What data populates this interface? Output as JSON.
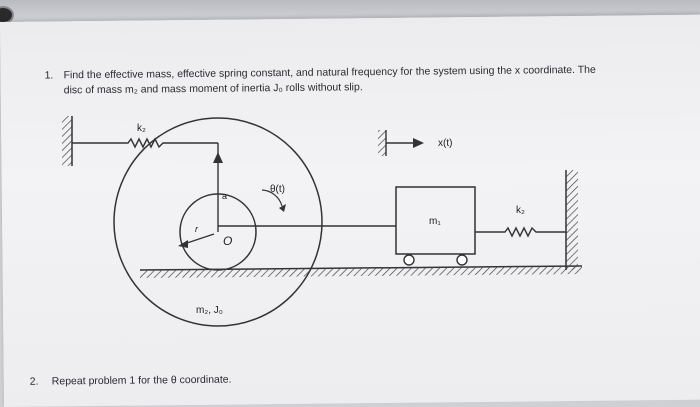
{
  "problem1": {
    "number": "1.",
    "line1": "Find the effective mass, effective spring constant, and natural frequency for the system using the x coordinate. The",
    "line2": "disc of mass m₂ and mass moment of inertia J₀ rolls without slip."
  },
  "figure": {
    "spring_top_label": "k₂",
    "arm_label": "a",
    "radius_label": "r",
    "center_label": "O",
    "theta_label": "θ(t)",
    "disc_label": "m₂, J₀",
    "x_label": "x(t)",
    "block_label": "m₁",
    "spring_right_label": "k₂"
  },
  "problem2": {
    "number": "2.",
    "text": "Repeat problem 1 for the θ coordinate."
  }
}
